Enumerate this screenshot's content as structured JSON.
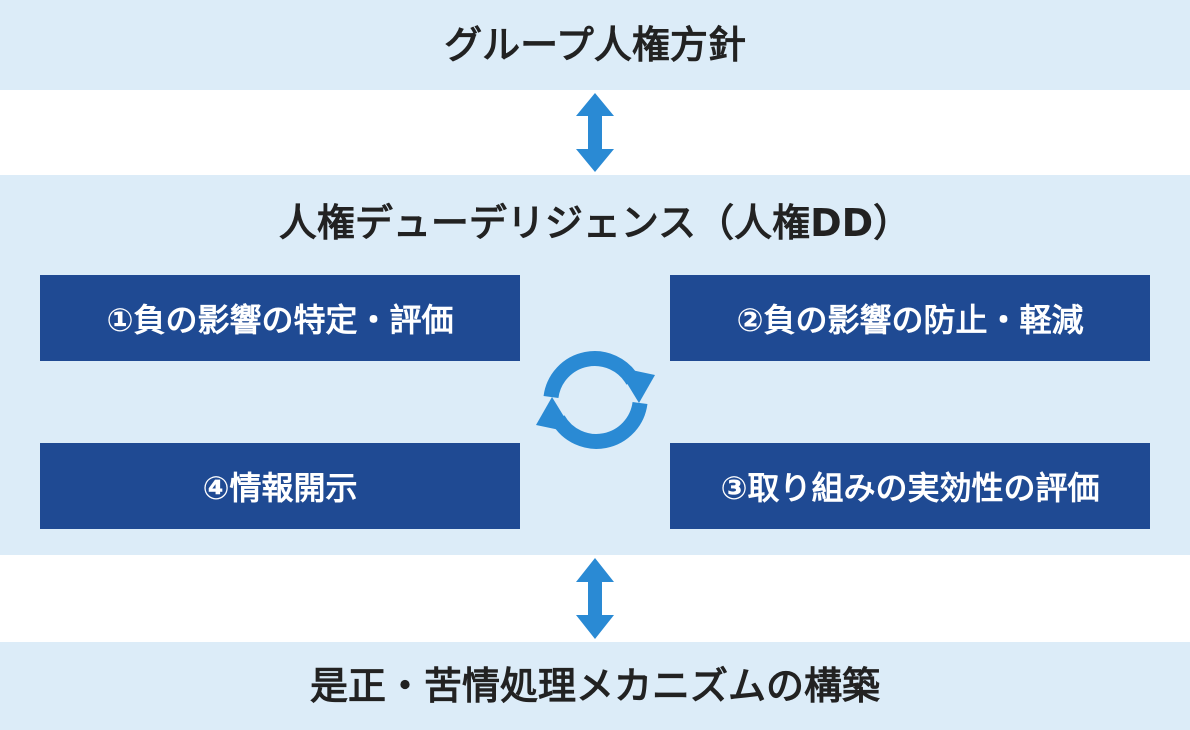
{
  "top": {
    "title": "グループ人権方針"
  },
  "middle": {
    "title": "人権デューデリジェンス（人権DD）",
    "steps": [
      {
        "label": "①負の影響の特定・評価"
      },
      {
        "label": "②負の影響の防止・軽減"
      },
      {
        "label": "③取り組みの実効性の評価"
      },
      {
        "label": "④情報開示"
      }
    ]
  },
  "bottom": {
    "title": "是正・苦情処理メカニズムの構築"
  },
  "colors": {
    "band": "#dcecf8",
    "box": "#1f4a93",
    "arrow": "#2a8ad4",
    "title_text": "#222222"
  },
  "icons": {
    "connector": "double-headed-vertical-arrow-icon",
    "cycle": "cycle-refresh-icon"
  }
}
